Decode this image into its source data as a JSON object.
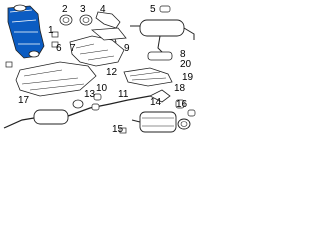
{
  "diagram": {
    "callouts": [
      "1",
      "2",
      "3",
      "4",
      "5",
      "6",
      "7",
      "8",
      "9",
      "10",
      "11",
      "12",
      "13",
      "14",
      "15",
      "16",
      "17",
      "18",
      "19",
      "20"
    ],
    "colors": {
      "background": "#ffffff",
      "highlight_fill": "#0b5cc2",
      "part_stroke": "#222222",
      "part_fill": "#ffffff"
    }
  }
}
